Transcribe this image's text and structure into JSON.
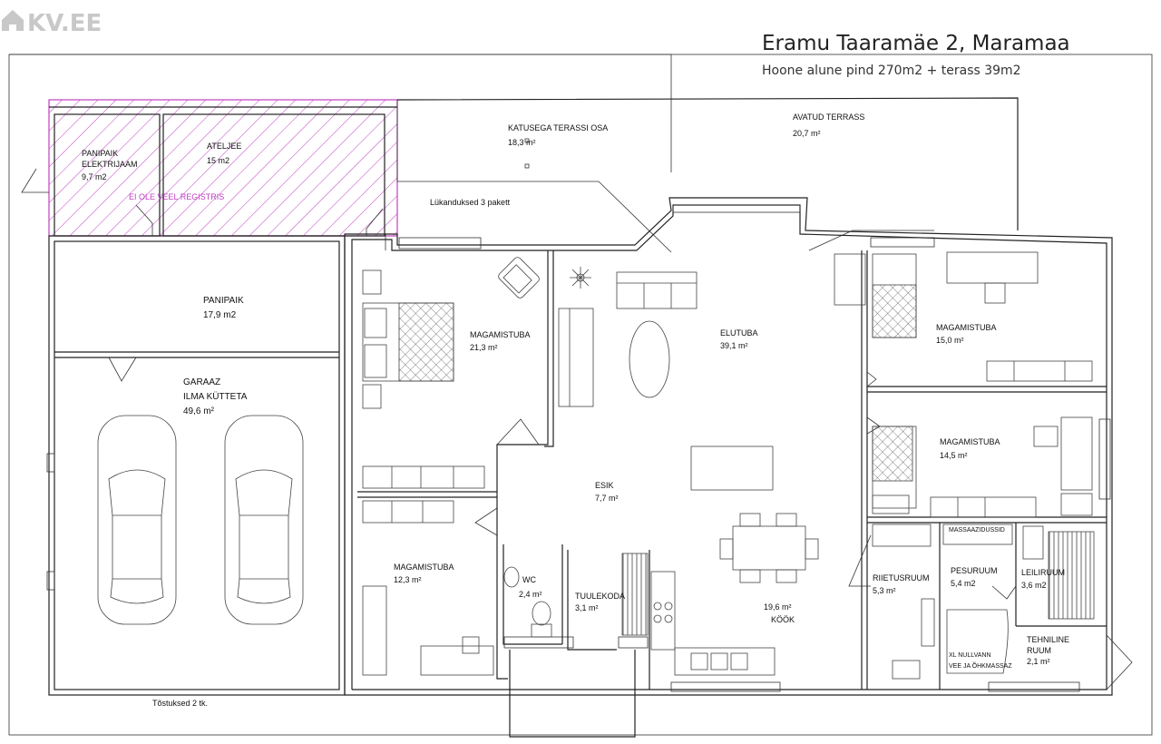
{
  "logo": {
    "text": "KV.EE",
    "icon": "house-icon"
  },
  "header": {
    "title": "Eramu Taaramäe 2, Maramaa",
    "subtitle": "Hoone alune pind 270m2 + terass 39m2"
  },
  "annex": {
    "registry_note": "EI OLE VEEL REGISTRIS",
    "hatch_color": "#c040c0"
  },
  "rooms": {
    "panipaik_el": {
      "name1": "PANIPAIK",
      "name2": "ELEKTRIJAAM",
      "area": "9,7 m2"
    },
    "ateljee": {
      "name": "ATELJEE",
      "area": "15 m2"
    },
    "katusega_terrass": {
      "name": "KATUSEGA TERASSI OSA",
      "area": "18,3 m²"
    },
    "avatud_terrass": {
      "name": "AVATUD TERRASS",
      "area": "20,7 m²"
    },
    "lukanduksed": {
      "text": "Lükanduksed 3 pakett"
    },
    "panipaik": {
      "name": "PANIPAIK",
      "area": "17,9 m2"
    },
    "garaaz": {
      "name1": "GARAAZ",
      "name2": "ILMA KÜTTETA",
      "area": "49,6 m²"
    },
    "magamistuba_a": {
      "name": "MAGAMISTUBA",
      "area": "21,3 m²"
    },
    "elutuba": {
      "name": "ELUTUBA",
      "area": "39,1 m²"
    },
    "magamistuba_b": {
      "name": "MAGAMISTUBA",
      "area": "15,0 m²"
    },
    "magamistuba_c": {
      "name": "MAGAMISTUBA",
      "area": "14,5 m²"
    },
    "esik": {
      "name": "ESIK",
      "area": "7,7 m²"
    },
    "magamistuba_d": {
      "name": "MAGAMISTUBA",
      "area": "12,3 m²"
    },
    "wc": {
      "name": "WC",
      "area": "2,4 m²"
    },
    "tuulekoda": {
      "name": "TUULEKODA",
      "area": "3,1 m²"
    },
    "kook": {
      "area": "19,6 m²",
      "name": "KÖÖK"
    },
    "riietusruum": {
      "name": "RIIETUSRUUM",
      "area": "5,3 m²"
    },
    "pesuruum": {
      "name": "PESURUUM",
      "area": "5,4 m2",
      "note": "MASSAAZIDUSSID"
    },
    "leiliruum": {
      "name": "LEILIRUUM",
      "area": "3,6 m2"
    },
    "tehniline": {
      "name1": "TEHNILINE",
      "name2": "RUUM",
      "area": "2,1 m²"
    },
    "vann": {
      "line1": "XL NULLVANN",
      "line2": "VEE JA ÕHKMASSAZ"
    },
    "tostuksed": {
      "text": "Tõstuksed 2 tk."
    }
  }
}
